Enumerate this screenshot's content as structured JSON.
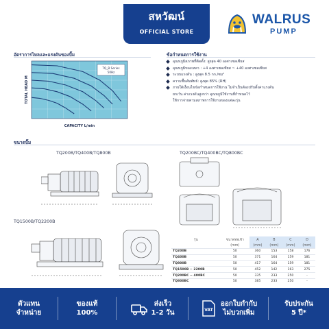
{
  "header": {
    "store_name": "สหวัฒน์",
    "store_subtitle": "OFFICIAL STORE",
    "brand_name": "WALRUS",
    "brand_sub": "PUMP"
  },
  "sections": {
    "curve_title": "อัตราการไหลและแรงดันของปั๊ม",
    "specs_title": "ข้อกำหนดการใช้งาน",
    "dimensions_title": "ขนาดปั๊ม"
  },
  "chart_data": {
    "type": "line",
    "legend_text": [
      "TQ_B Series",
      "50Hz"
    ],
    "xlabel": "CAPACITY L/min",
    "ylabel": "TOTAL HEAD M",
    "xlim": [
      0,
      450
    ],
    "ylim": [
      0,
      60
    ],
    "grid": true,
    "background": "#7fc7dc",
    "series": [
      {
        "x": [
          0,
          40,
          80,
          120,
          160,
          200
        ],
        "y": [
          22,
          21,
          19,
          16,
          11,
          5
        ]
      },
      {
        "x": [
          0,
          60,
          120,
          180,
          240,
          280
        ],
        "y": [
          32,
          31,
          28,
          23,
          15,
          8
        ]
      },
      {
        "x": [
          0,
          80,
          160,
          240,
          300,
          340
        ],
        "y": [
          40,
          39,
          35,
          28,
          19,
          11
        ]
      },
      {
        "x": [
          0,
          100,
          200,
          280,
          340,
          380
        ],
        "y": [
          48,
          47,
          42,
          34,
          24,
          15
        ]
      },
      {
        "x": [
          0,
          120,
          240,
          320,
          380,
          420
        ],
        "y": [
          56,
          55,
          49,
          40,
          29,
          18
        ]
      }
    ]
  },
  "specs": [
    "อุณหภูมิสภาพที่ติดตั้ง: สูงสุด 40 องศาเซลเซียส",
    "อุณหภูมิของเหลว : +4 องศาเซลเซียส ~ +40 องศาเซลเซียส",
    "ระบบแรงดัน : สูงสุด 8.5 กก./ซม²",
    "ความชื้นสัมพัทธ์: สูงสุด 85% (RH)",
    "ภายใต้เงื่อนไขข้อกำหนดการใช้งาน ไม่จำเป็นต้องปรับตั้งค่าแรงดัน",
    "ยกเว้น ค่าแรงดันสูงกว่า อุณหภูมิใช้งานที่กำหนดไว้",
    "ใช้การจ่ายตามสภาพการใช้งานของแต่ละรุ่น"
  ],
  "models": {
    "top_left": "TQ200B/TQ400B/TQ800B",
    "top_right": "TQ200BC/TQ400BC/TQ800BC",
    "bottom_left": "TQ1500B/TQ2200B"
  },
  "table": {
    "headers": [
      "รุ่น",
      "ขนาดท่อเข้า",
      "A",
      "B",
      "C",
      "D"
    ],
    "header_units": [
      "",
      "(mm)",
      "(mm)",
      "(mm)",
      "(mm)",
      "(mm)"
    ],
    "rows": [
      [
        "TQ200B",
        "50",
        "360",
        "153",
        "158",
        "176"
      ],
      [
        "TQ400B",
        "50",
        "371",
        "164",
        "159",
        "181"
      ],
      [
        "TQ800B",
        "50",
        "417",
        "164",
        "159",
        "181"
      ],
      [
        "TQ1500B ~ 2200B",
        "50",
        "452",
        "142",
        "163",
        "275"
      ],
      [
        "TQ200BC ~ 400BC",
        "50",
        "335",
        "233",
        "250",
        "-"
      ],
      [
        "TQ800BC",
        "50",
        "385",
        "233",
        "250",
        "-"
      ]
    ]
  },
  "footer": {
    "items": [
      {
        "line1": "ตัวแทน",
        "line2": "จำหน่าย",
        "icon": ""
      },
      {
        "line1": "ของแท้",
        "line2": "100%",
        "icon": ""
      },
      {
        "line1": "ส่งเร็ว",
        "line2": "1-2 วัน",
        "icon": "truck-icon"
      },
      {
        "line1": "ออกใบกำกับ",
        "line2": "ไม่บวกเพิ่ม",
        "icon": "vat-invoice-icon",
        "badge": "VAT"
      },
      {
        "line1": "รับประกัน",
        "line2": "5 ปี*",
        "icon": ""
      }
    ]
  },
  "colors": {
    "brand_blue": "#16408f",
    "logo_blue": "#1a55a8",
    "logo_yellow": "#f2c230",
    "chart_bg": "#7fc7dc"
  }
}
